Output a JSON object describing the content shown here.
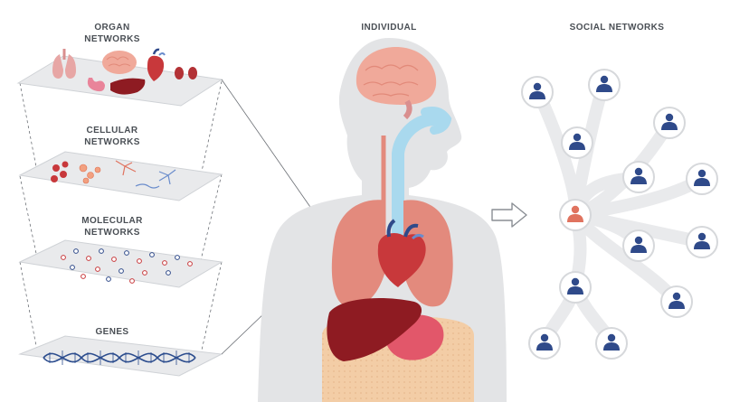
{
  "labels": {
    "organ": [
      "ORGAN",
      "NETWORKS"
    ],
    "cellular": [
      "CELLULAR",
      "NETWORKS"
    ],
    "molecular": [
      "MOLECULAR",
      "NETWORKS"
    ],
    "genes": "GENES",
    "individual": "INDIVIDUAL",
    "social": "SOCIAL NETWORKS"
  },
  "icons": {
    "organs": [
      "lungs-icon",
      "brain-icon",
      "heart-icon",
      "kidneys-icon",
      "stomach-icon",
      "liver-icon"
    ],
    "social_person": "person-icon",
    "arrow": "arrow-right-icon"
  },
  "colors": {
    "label_text": "#4a4f55",
    "plane": "#e9eaec",
    "plane_edge": "#cfd2d6",
    "body": "#e3e4e6",
    "brain": "#f0a99a",
    "airway": "#a9d9ee",
    "lung": "#e38a7d",
    "heart": "#c8383b",
    "liver": "#8e1b22",
    "stomach": "#e2576a",
    "intestine": "#f3cda6",
    "person_blue": "#2f4a8a",
    "person_highlight": "#e0735f",
    "network_fill": "#e9eaec",
    "dna_blue": "#2c4d8e"
  }
}
